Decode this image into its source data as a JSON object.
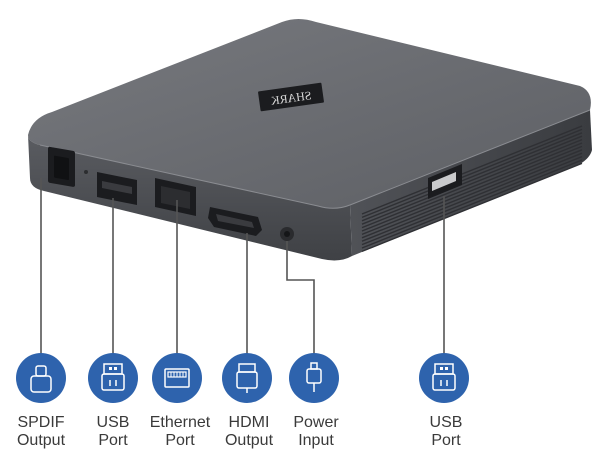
{
  "device": {
    "brand_text": "SHARK",
    "colors": {
      "body_top": "#66686d",
      "body_front": "#4f5156",
      "body_side": "#45474c",
      "port_dark": "#1b1c1f",
      "icon_blue": "#2e63ad",
      "leader_line": "#555555",
      "label_text": "#3a3a3a"
    }
  },
  "ports": [
    {
      "id": "spdif",
      "icon": "spdif-optical-icon",
      "line1": "SPDIF",
      "line2": "Output"
    },
    {
      "id": "usb1",
      "icon": "usb-port-icon",
      "line1": "USB",
      "line2": "Port"
    },
    {
      "id": "ethernet",
      "icon": "ethernet-port-icon",
      "line1": "Ethernet",
      "line2": "Port"
    },
    {
      "id": "hdmi",
      "icon": "hdmi-port-icon",
      "line1": "HDMI",
      "line2": "Output"
    },
    {
      "id": "power",
      "icon": "power-input-icon",
      "line1": "Power",
      "line2": "Input"
    },
    {
      "id": "usb2",
      "icon": "usb-port-icon",
      "line1": "USB",
      "line2": "Port"
    }
  ]
}
